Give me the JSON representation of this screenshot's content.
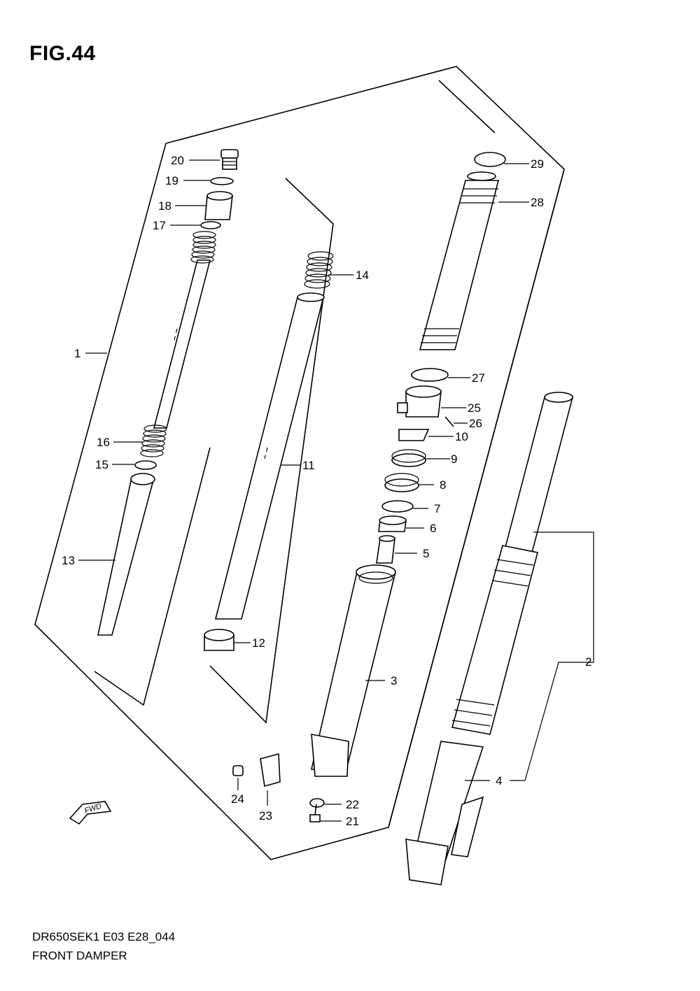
{
  "figure": {
    "title": "FIG.44",
    "code": "DR650SEK1 E03 E28_044",
    "name": "FRONT DAMPER"
  },
  "fwd_label": "FWD",
  "callouts": [
    "1",
    "2",
    "3",
    "4",
    "5",
    "6",
    "7",
    "8",
    "9",
    "10",
    "11",
    "12",
    "13",
    "14",
    "15",
    "16",
    "17",
    "18",
    "19",
    "20",
    "21",
    "22",
    "23",
    "24",
    "25",
    "26",
    "27",
    "28",
    "29"
  ]
}
